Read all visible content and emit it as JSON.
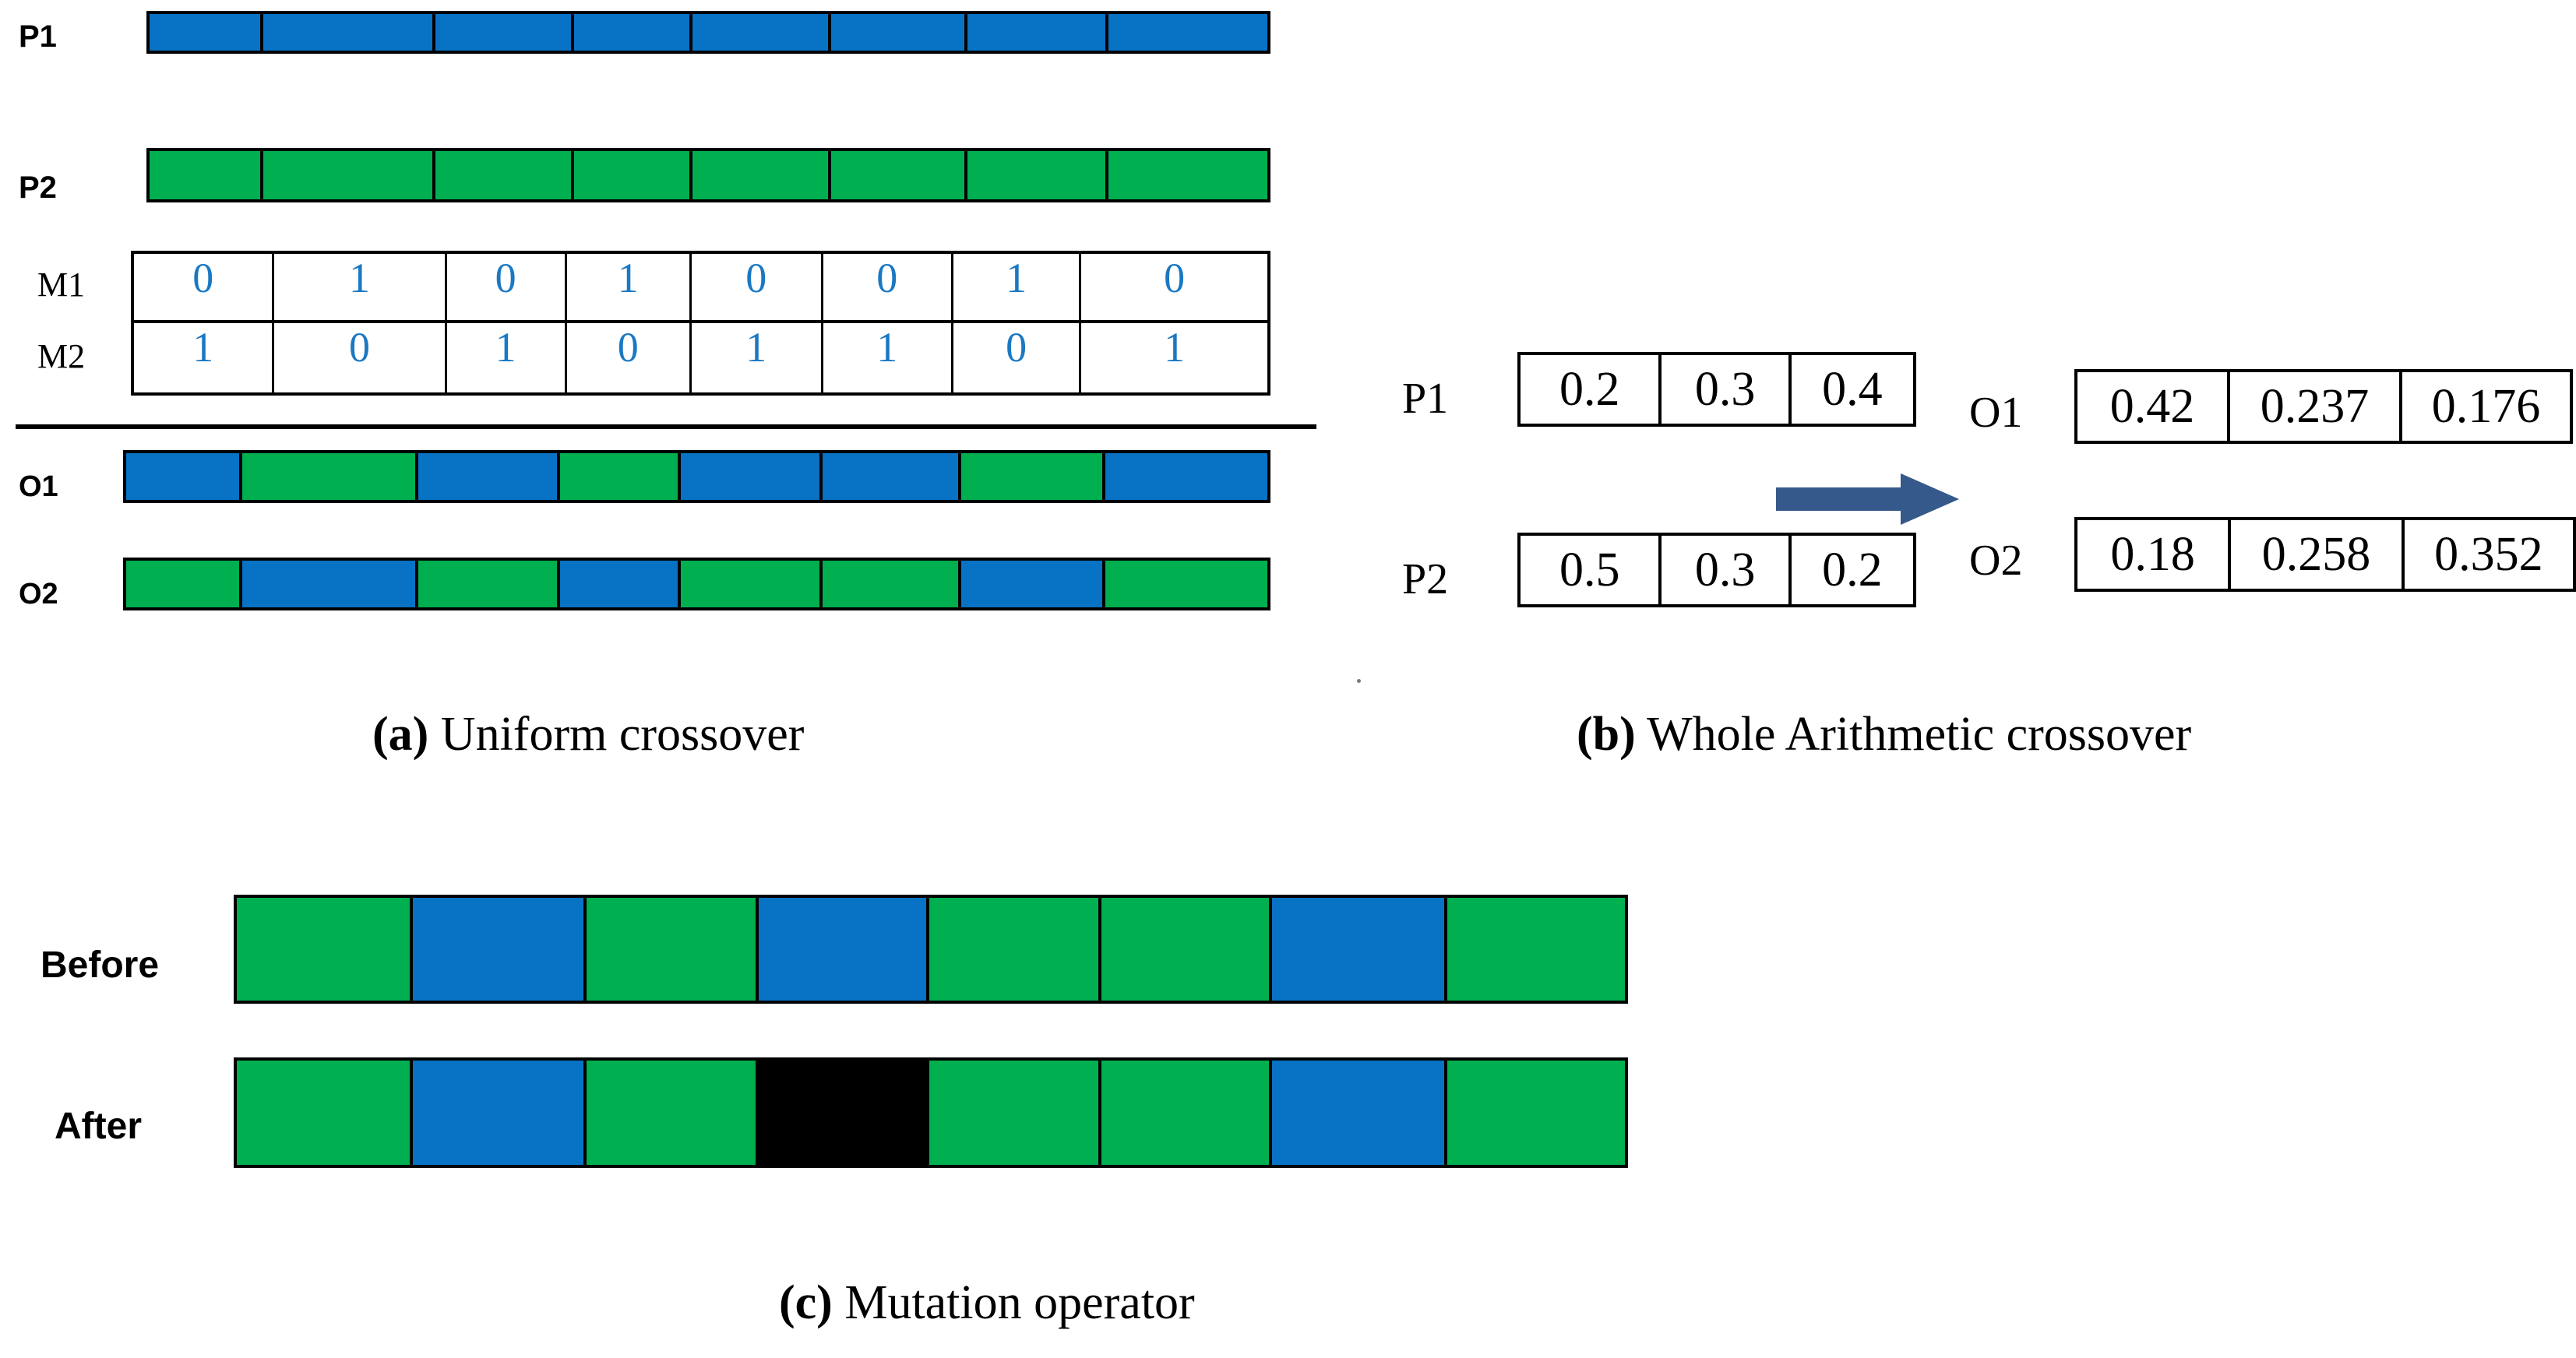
{
  "colors": {
    "blue": "#0872C4",
    "green": "#00AF50",
    "black": "#000000",
    "bit_text": "#1B78C2",
    "arrow": "#35598A",
    "outline": "#000000"
  },
  "panel_a": {
    "caption_prefix": "(a)",
    "caption_text": " Uniform crossover",
    "rows": [
      {
        "label": "P1",
        "name": "parent-1",
        "cells": [
          "blue",
          "blue",
          "blue",
          "blue",
          "blue",
          "blue",
          "blue",
          "blue"
        ]
      },
      {
        "label": "P2",
        "name": "parent-2",
        "cells": [
          "green",
          "green",
          "green",
          "green",
          "green",
          "green",
          "green",
          "green"
        ]
      },
      {
        "label": "O1",
        "name": "offspring-1",
        "cells": [
          "blue",
          "green",
          "blue",
          "green",
          "blue",
          "blue",
          "green",
          "blue"
        ]
      },
      {
        "label": "O2",
        "name": "offspring-2",
        "cells": [
          "green",
          "blue",
          "green",
          "blue",
          "green",
          "green",
          "blue",
          "green"
        ]
      }
    ],
    "mask_rows": [
      {
        "label": "M1",
        "bits": [
          "0",
          "1",
          "0",
          "1",
          "0",
          "0",
          "1",
          "0"
        ]
      },
      {
        "label": "M2",
        "bits": [
          "1",
          "0",
          "1",
          "0",
          "1",
          "1",
          "0",
          "1"
        ]
      }
    ]
  },
  "panel_b": {
    "caption_prefix": "(b)",
    "caption_text": " Whole Arithmetic crossover",
    "tables": [
      {
        "label": "P1",
        "name": "parent-1",
        "values": [
          "0.2",
          "0.3",
          "0.4"
        ]
      },
      {
        "label": "P2",
        "name": "parent-2",
        "values": [
          "0.5",
          "0.3",
          "0.2"
        ]
      },
      {
        "label": "O1",
        "name": "offspring-1",
        "values": [
          "0.42",
          "0.237",
          "0.176"
        ]
      },
      {
        "label": "O2",
        "name": "offspring-2",
        "values": [
          "0.18",
          "0.258",
          "0.352"
        ]
      }
    ],
    "arrow_name": "transform-arrow"
  },
  "panel_c": {
    "caption_prefix": "(c)",
    "caption_text": " Mutation operator",
    "rows": [
      {
        "label": "Before",
        "name": "before-mutation",
        "cells": [
          "green",
          "blue",
          "green",
          "blue",
          "green",
          "green",
          "blue",
          "green"
        ]
      },
      {
        "label": "After",
        "name": "after-mutation",
        "cells": [
          "green",
          "blue",
          "green",
          "black",
          "green",
          "green",
          "blue",
          "green"
        ]
      }
    ]
  }
}
